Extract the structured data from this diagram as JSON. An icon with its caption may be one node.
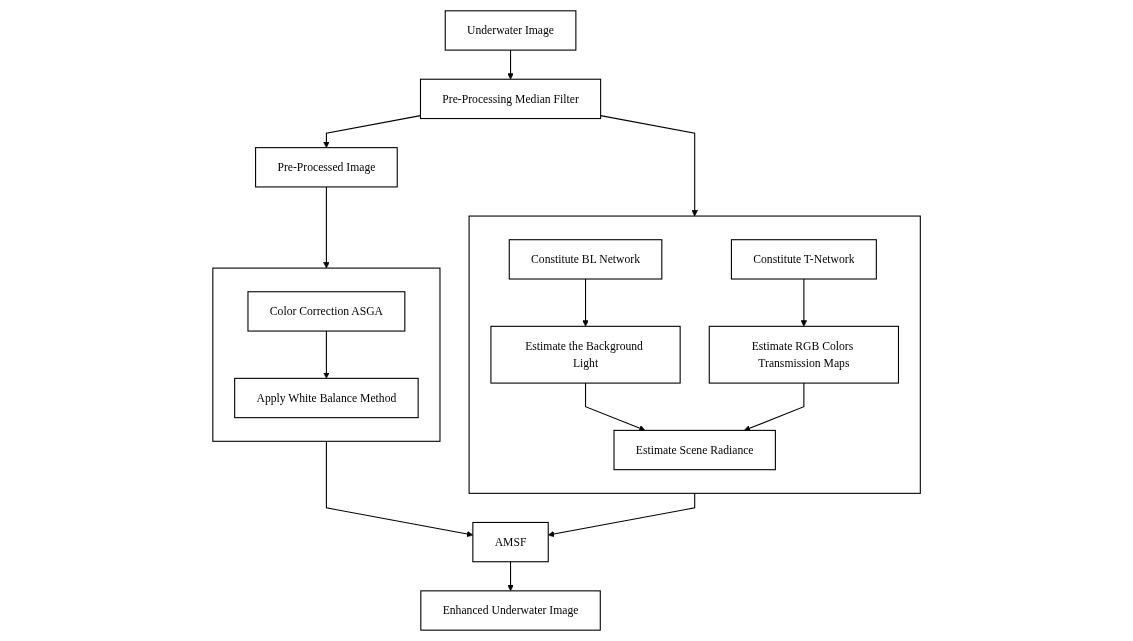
{
  "diagram": {
    "nodes": [
      {
        "text": [
          "Underwater Image"
        ]
      },
      {
        "text": [
          "Pre-Processing Median Filter"
        ]
      },
      {
        "text": [
          "Pre-Processed Image"
        ]
      },
      {
        "text": [],
        "shape": "box"
      },
      {
        "text": [
          "Color Correction ASGA"
        ],
        "in": 3
      },
      {
        "text": [
          "Apply White Balance Method"
        ],
        "in": 3
      },
      {
        "text": [],
        "shape": "box"
      },
      {
        "text": [
          "Constitute BL Network"
        ],
        "in": 6
      },
      {
        "text": [
          "Constitute T-Network"
        ],
        "in": 6
      },
      {
        "text": [
          "Estimate the Background Light"
        ],
        "in": 6
      },
      {
        "text": [
          "Estimate RGB Colors Transmission Maps"
        ],
        "in": 6
      },
      {
        "text": [
          "Estimate Scene Radiance"
        ],
        "in": 6
      },
      {
        "text": [
          "AMSF"
        ]
      },
      {
        "text": [
          "Enhanced Underwater Image"
        ]
      }
    ],
    "edges": [
      {
        "from": 0,
        "to": 1,
        "arrow": "to"
      },
      {
        "from": 1,
        "to": 2,
        "arrow": "to"
      },
      {
        "from": 2,
        "to": 3,
        "arrow": "to"
      },
      {
        "from": 4,
        "to": 5,
        "arrow": "to"
      },
      {
        "from": 1,
        "to": 6,
        "arrow": "to"
      },
      {
        "from": 7,
        "to": 9,
        "arrow": "to"
      },
      {
        "from": 8,
        "to": 10,
        "arrow": "to"
      },
      {
        "from": 9,
        "to": 11,
        "arrow": "to"
      },
      {
        "from": 10,
        "to": 11,
        "arrow": "to"
      },
      {
        "from": 3,
        "to": 12,
        "arrow": "to"
      },
      {
        "from": 6,
        "to": 12,
        "arrow": "to"
      },
      {
        "from": 12,
        "to": 13,
        "arrow": "to"
      }
    ]
  }
}
